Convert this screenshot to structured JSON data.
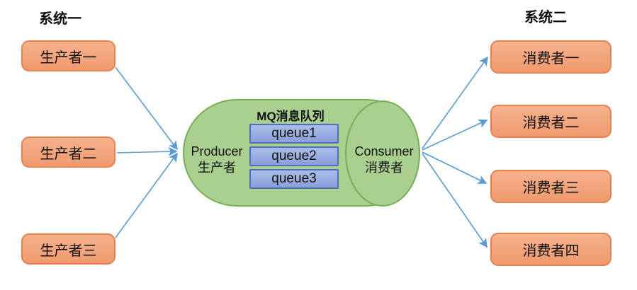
{
  "colors": {
    "box_fill_top": "#F6B28C",
    "box_fill_bottom": "#F09A6E",
    "box_border": "#E9814F",
    "cylinder_fill": "#A9D08E",
    "cylinder_border": "#76AE55",
    "queue_fill_top": "#AABDE8",
    "queue_fill_bottom": "#8C9ED9",
    "queue_border": "#4C6FBF",
    "arrow": "#5B9BD5",
    "text": "#111111"
  },
  "diagram": {
    "system_one": {
      "title": "系统一",
      "producers": [
        {
          "label": "生产者一"
        },
        {
          "label": "生产者二"
        },
        {
          "label": "生产者三"
        }
      ]
    },
    "mq": {
      "title": "MQ消息队列",
      "queues": [
        {
          "label": "queue1"
        },
        {
          "label": "queue2"
        },
        {
          "label": "queue3"
        }
      ],
      "producer_side": {
        "en": "Producer",
        "zh": "生产者"
      },
      "consumer_side": {
        "en": "Consumer",
        "zh": "消费者"
      }
    },
    "system_two": {
      "title": "系统二",
      "consumers": [
        {
          "label": "消费者一"
        },
        {
          "label": "消费者二"
        },
        {
          "label": "消费者三"
        },
        {
          "label": "消费者四"
        }
      ]
    }
  }
}
